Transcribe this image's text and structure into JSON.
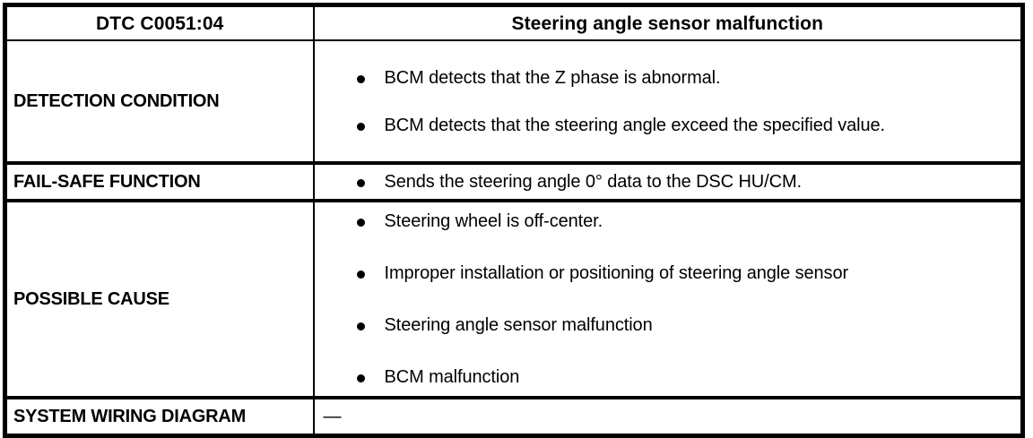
{
  "document": {
    "type": "dtc-diagnostic-table",
    "title": "DTC C0051:04 — Steering angle sensor malfunction"
  },
  "table": {
    "header": {
      "dtc_code": "DTC C0051:04",
      "dtc_description": "Steering angle sensor malfunction"
    },
    "rows": [
      {
        "label": "DETECTION CONDITION",
        "bullets": [
          "BCM detects that the Z phase is abnormal.",
          "BCM detects that the steering angle exceed the specified value."
        ]
      },
      {
        "label": "FAIL-SAFE FUNCTION",
        "bullets": [
          "Sends the steering angle 0° data to the DSC HU/CM."
        ]
      },
      {
        "label": "POSSIBLE CAUSE",
        "bullets": [
          "Steering wheel is off-center.",
          "Improper installation or positioning of steering angle sensor",
          "Steering angle sensor malfunction",
          "BCM malfunction"
        ]
      },
      {
        "label": "SYSTEM WIRING DIAGRAM",
        "value": "—"
      }
    ]
  },
  "colors": {
    "text": "#000000",
    "background": "#ffffff",
    "border": "#000000"
  }
}
